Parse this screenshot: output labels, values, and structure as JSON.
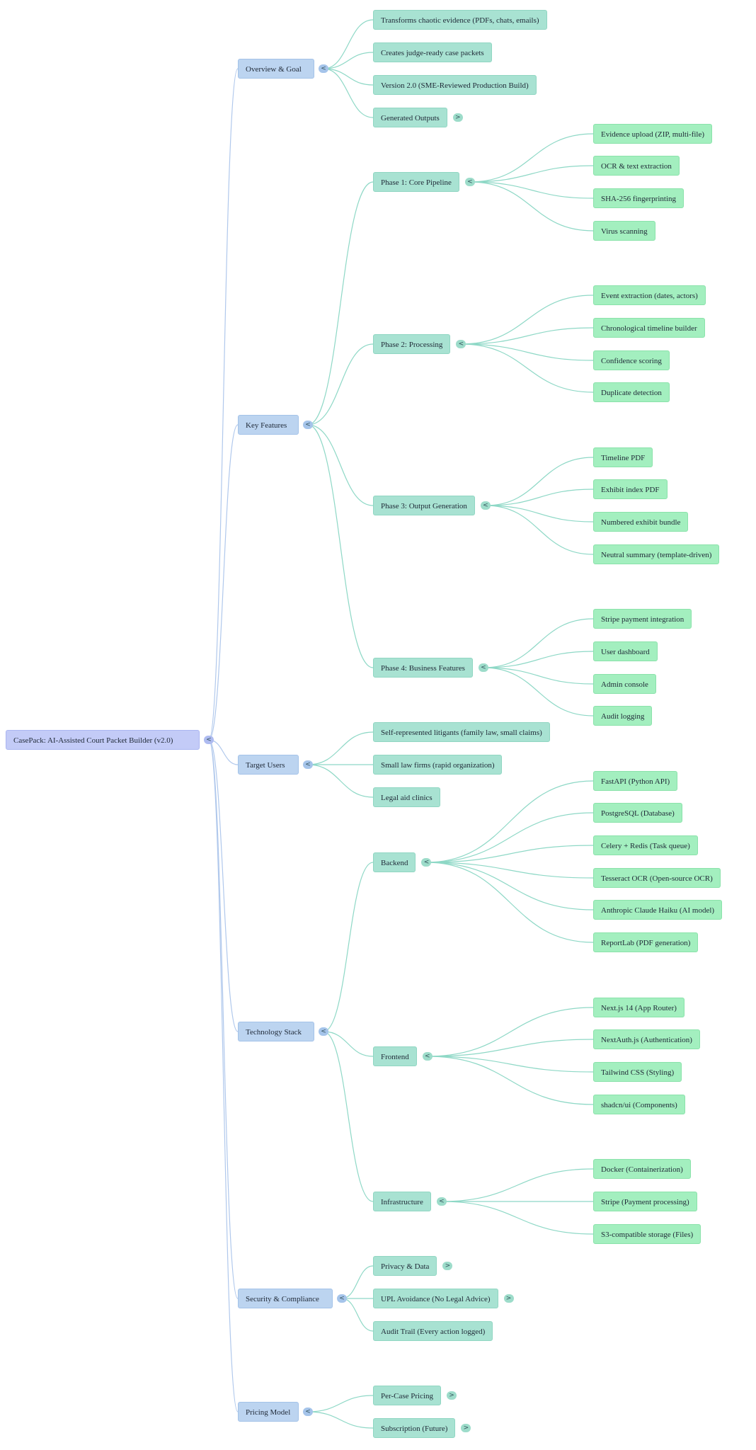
{
  "colors": {
    "root_fill": "#c3cbf7",
    "level1_fill": "#bcd4f0",
    "level2_fill": "#a8e2d2",
    "level3_fill": "#a3efbf",
    "link_level1": "#b0c8ec",
    "link_level2": "#8ed8c6",
    "link_level3": "#8ed8c6"
  },
  "mindmap": {
    "root": {
      "label": "CasePack: AI-Assisted Court Packet Builder (v2.0)",
      "toggle": "<",
      "children": [
        {
          "label": "Overview & Goal",
          "toggle": "<",
          "children": [
            {
              "label": "Transforms chaotic evidence (PDFs, chats, emails)"
            },
            {
              "label": "Creates judge-ready case packets"
            },
            {
              "label": "Version 2.0 (SME-Reviewed Production Build)"
            },
            {
              "label": "Generated Outputs",
              "toggle": ">"
            }
          ]
        },
        {
          "label": "Key Features",
          "toggle": "<",
          "children": [
            {
              "label": "Phase 1: Core Pipeline",
              "toggle": "<",
              "children": [
                {
                  "label": "Evidence upload (ZIP, multi-file)"
                },
                {
                  "label": "OCR & text extraction"
                },
                {
                  "label": "SHA-256 fingerprinting"
                },
                {
                  "label": "Virus scanning"
                }
              ]
            },
            {
              "label": "Phase 2: Processing",
              "toggle": "<",
              "children": [
                {
                  "label": "Event extraction (dates, actors)"
                },
                {
                  "label": "Chronological timeline builder"
                },
                {
                  "label": "Confidence scoring"
                },
                {
                  "label": "Duplicate detection"
                }
              ]
            },
            {
              "label": "Phase 3: Output Generation",
              "toggle": "<",
              "children": [
                {
                  "label": "Timeline PDF"
                },
                {
                  "label": "Exhibit index PDF"
                },
                {
                  "label": "Numbered exhibit bundle"
                },
                {
                  "label": "Neutral summary (template-driven)"
                }
              ]
            },
            {
              "label": "Phase 4: Business Features",
              "toggle": "<",
              "children": [
                {
                  "label": "Stripe payment integration"
                },
                {
                  "label": "User dashboard"
                },
                {
                  "label": "Admin console"
                },
                {
                  "label": "Audit logging"
                }
              ]
            }
          ]
        },
        {
          "label": "Target Users",
          "toggle": "<",
          "children": [
            {
              "label": "Self-represented litigants (family law, small claims)"
            },
            {
              "label": "Small law firms (rapid organization)"
            },
            {
              "label": "Legal aid clinics"
            }
          ]
        },
        {
          "label": "Technology Stack",
          "toggle": "<",
          "children": [
            {
              "label": "Backend",
              "toggle": "<",
              "children": [
                {
                  "label": "FastAPI (Python API)"
                },
                {
                  "label": "PostgreSQL (Database)"
                },
                {
                  "label": "Celery + Redis (Task queue)"
                },
                {
                  "label": "Tesseract OCR (Open-source OCR)"
                },
                {
                  "label": "Anthropic Claude Haiku (AI model)"
                },
                {
                  "label": "ReportLab (PDF generation)"
                }
              ]
            },
            {
              "label": "Frontend",
              "toggle": "<",
              "children": [
                {
                  "label": "Next.js 14 (App Router)"
                },
                {
                  "label": "NextAuth.js (Authentication)"
                },
                {
                  "label": "Tailwind CSS (Styling)"
                },
                {
                  "label": "shadcn/ui (Components)"
                }
              ]
            },
            {
              "label": "Infrastructure",
              "toggle": "<",
              "children": [
                {
                  "label": "Docker (Containerization)"
                },
                {
                  "label": "Stripe (Payment processing)"
                },
                {
                  "label": "S3-compatible storage (Files)"
                }
              ]
            }
          ]
        },
        {
          "label": "Security & Compliance",
          "toggle": "<",
          "children": [
            {
              "label": "Privacy & Data",
              "toggle": ">"
            },
            {
              "label": "UPL Avoidance (No Legal Advice)",
              "toggle": ">"
            },
            {
              "label": "Audit Trail (Every action logged)"
            }
          ]
        },
        {
          "label": "Pricing Model",
          "toggle": "<",
          "children": [
            {
              "label": "Per-Case Pricing",
              "toggle": ">"
            },
            {
              "label": "Subscription (Future)",
              "toggle": ">"
            }
          ]
        }
      ]
    }
  }
}
